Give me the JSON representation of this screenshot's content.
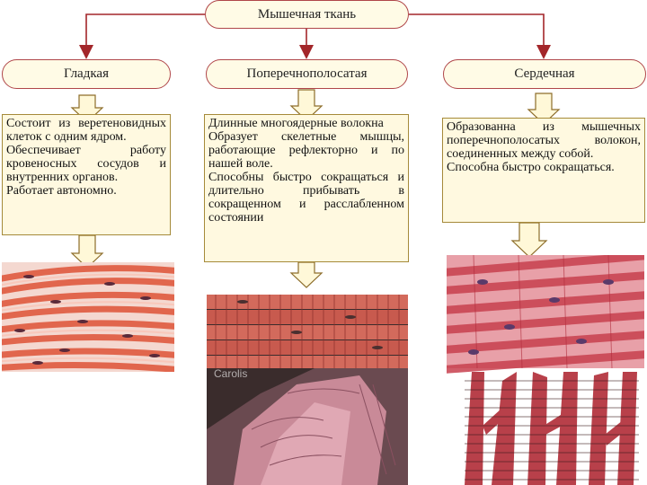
{
  "title": "Мышечная ткань",
  "branches": [
    {
      "label": "Гладкая",
      "lines": [
        "Состоит из веретеновидных клеток с одним ядром.",
        "Обеспечивает работу кровеносных сосудов и внутренних органов.",
        "Работает автономно."
      ]
    },
    {
      "label": "Поперечнополосатая",
      "lines": [
        "Длинные многоядерные волокна",
        "Образует скелетные мышцы, работающие рефлекторно и по нашей воле.",
        "Способны быстро сокращаться и длительно прибывать в сокращенном и расслабленном состоянии"
      ]
    },
    {
      "label": "Сердечная",
      "lines": [
        "Образованна из мышечных поперечнополосатых волокон, соединенных между собой.",
        "Способна быстро сокращаться."
      ]
    }
  ],
  "image_watermark": "Carolis",
  "colors": {
    "arrow": "#a3262a",
    "box_border": "#b0474a",
    "box_fill": "#fffbe6"
  }
}
